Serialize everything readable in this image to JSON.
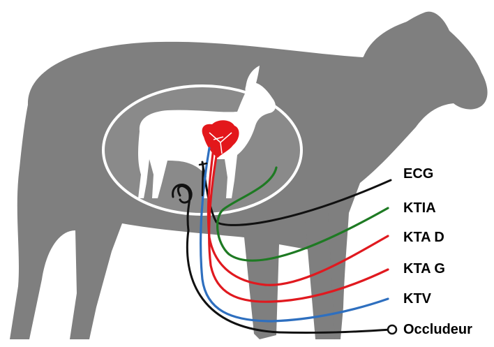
{
  "labels": {
    "ecg": "ECG",
    "ktia": "KTIA",
    "kta_d": "KTA D",
    "kta_g": "KTA G",
    "ktv": "KTV",
    "occludeur": "Occludeur"
  },
  "colors": {
    "sheep": "#7f7f7f",
    "uterus": "#ffffff",
    "fetus": "#ffffff",
    "heart": "#e3171b",
    "catheter_black": "#111111",
    "catheter_green": "#1e7a23",
    "catheter_red": "#e0191f",
    "catheter_blue": "#2e6fbf"
  }
}
